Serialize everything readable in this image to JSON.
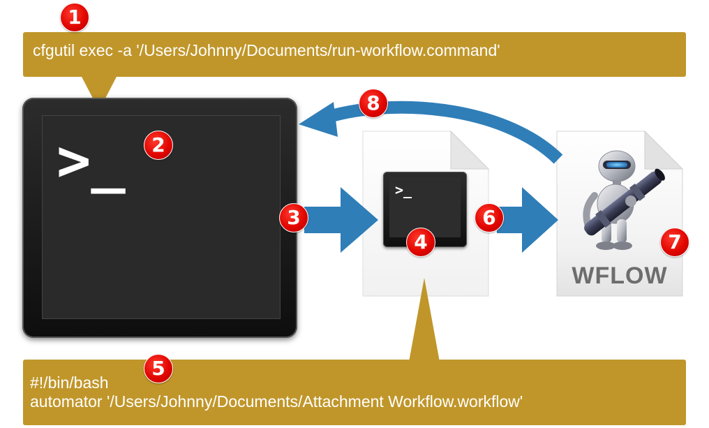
{
  "callouts": {
    "top": {
      "text": "cfgutil exec -a '/Users/Johnny/Documents/run-workflow.command'"
    },
    "bottom": {
      "line1": "#!/bin/bash",
      "line2": "automator '/Users/Johnny/Documents/Attachment Workflow.workflow'"
    }
  },
  "terminal": {
    "prompt": ">_"
  },
  "command_file": {
    "prompt": ">_"
  },
  "workflow_file": {
    "label": "WFLOW"
  },
  "badges": {
    "b1": "1",
    "b2": "2",
    "b3": "3",
    "b4": "4",
    "b5": "5",
    "b6": "6",
    "b7": "7",
    "b8": "8"
  },
  "colors": {
    "callout": "#c0962a",
    "badge": "#e10600",
    "arrow": "#2f7eb8"
  }
}
